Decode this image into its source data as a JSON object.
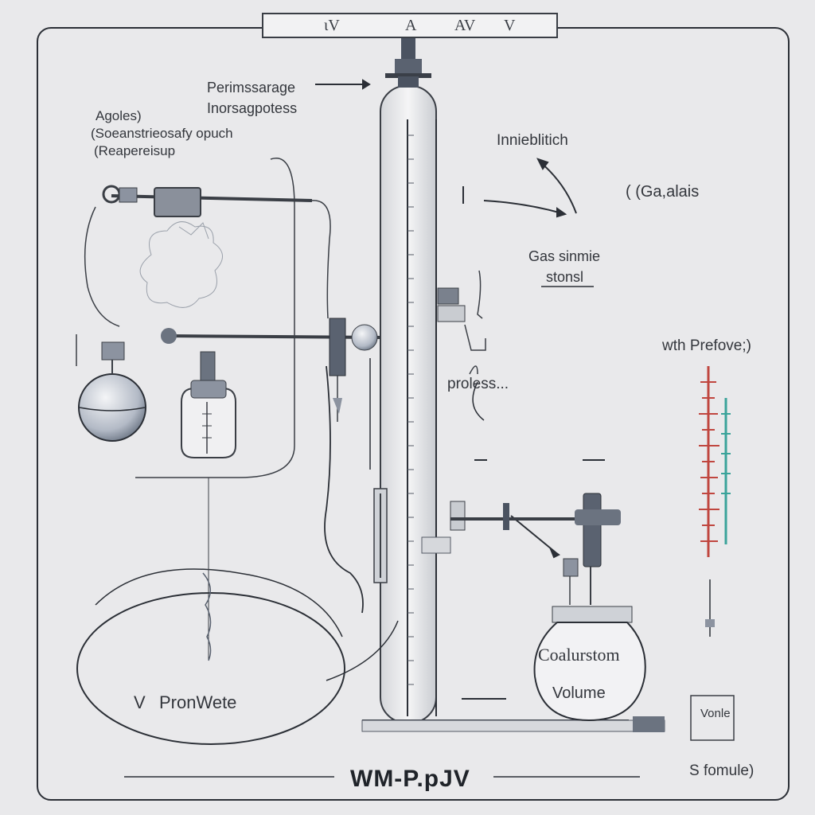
{
  "header": {
    "seg1": "ɩV",
    "seg2": "A",
    "seg3": "AV",
    "seg4": "V"
  },
  "labels": {
    "perimeter_line1": "Perimssarage",
    "perimeter_line2": "Inorsagpotess",
    "agoles_line1": "Agoles)",
    "agoles_line2": "(Soeanstrieosafy opuch",
    "agoles_line3": "(Reapereisup",
    "innieb": "Innieblitich",
    "gaslais": "( (Ga,alais",
    "gas_line1": "Gas sinmie",
    "gas_line2": "stonsl",
    "with_pref": "wth Prefove;)",
    "process": "proless...",
    "pion_v": "V",
    "pion": "PronWete",
    "coal": "Coalurstom",
    "volume": "Volume",
    "vonle": "Vonle",
    "sformule": "S fomule)"
  },
  "footer": {
    "title": "WM-P.pJV"
  },
  "colors": {
    "ink": "#2b2f36",
    "metal": "#5a6270",
    "red_gauge": "#c0463f",
    "teal_gauge": "#3aa39a"
  }
}
